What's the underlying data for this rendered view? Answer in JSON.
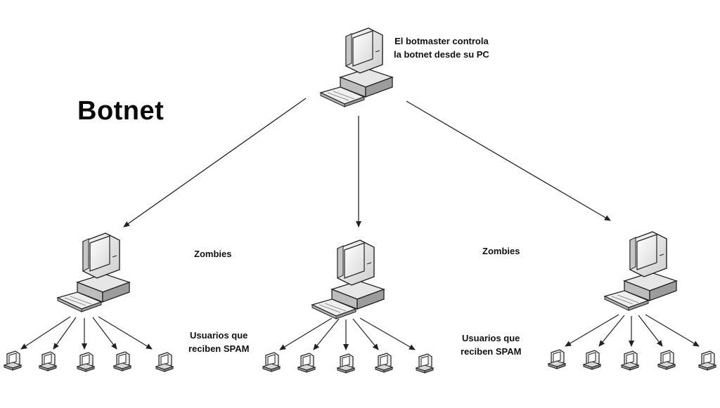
{
  "title": "Botnet",
  "botmaster_label": [
    "El botmaster controla",
    "la botnet desde su PC"
  ],
  "zombies_label": "Zombies",
  "users_label": [
    "Usuarios que",
    "reciben SPAM"
  ]
}
